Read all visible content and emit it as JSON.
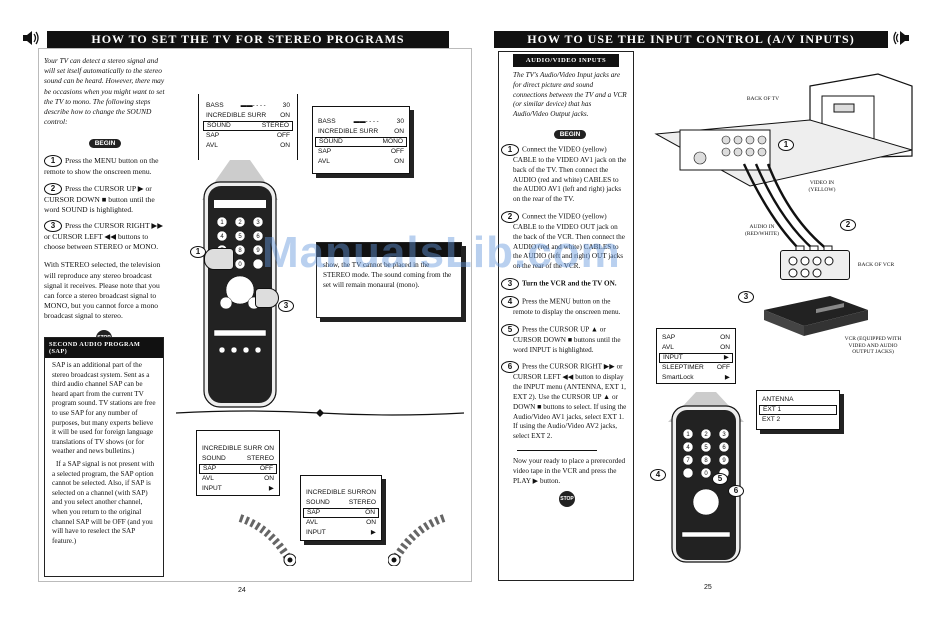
{
  "left": {
    "header": "How to Set the TV for Stereo Programs",
    "intro": "Your TV can detect a stereo signal and will set itself automatically to the stereo sound can be heard. However, there may be occasions when you might want to set the TV to mono. The following steps describe how to change the SOUND control:",
    "begin": "BEGIN",
    "steps": [
      {
        "num": "1",
        "text": "Press the MENU button on the remote to show the onscreen menu."
      },
      {
        "num": "2",
        "text": "Press the CURSOR UP ▶ or CURSOR DOWN ■ button until the word SOUND is highlighted."
      },
      {
        "num": "3",
        "text": "Press the CURSOR RIGHT ▶▶ or CURSOR LEFT ◀◀ buttons to choose between STEREO or MONO."
      }
    ],
    "note": "With STEREO selected, the television will reproduce any stereo broadcast signal it receives. Please note that you can force a stereo broadcast signal to MONO, but you cannot force a mono broadcast signal to stereo.",
    "stop": "STOP",
    "sap_title": "Second Audio Program (SAP)",
    "sap_p1": "SAP is an additional part of the stereo broadcast system. Sent as a third audio channel SAP can be heard apart from the current TV program sound. TV stations are free to use SAP for any number of purposes, but many experts believe it will be used for foreign language translations of TV shows (or for weather and news bulletins.)",
    "sap_p2": "If a SAP signal is not present with a selected program, the SAP option cannot be selected. Also, if SAP is selected on a channel (with SAP) and you select another channel, when you return to the original channel SAP will be OFF (and you will have to reselect the SAP feature.)",
    "menu1": [
      {
        "label": "BASS",
        "value": "30",
        "hl": false
      },
      {
        "label": "INCREDIBLE SURR",
        "value": "ON",
        "hl": false
      },
      {
        "label": "SOUND",
        "value": "STEREO",
        "hl": true
      },
      {
        "label": "SAP",
        "value": "OFF",
        "hl": false
      },
      {
        "label": "AVL",
        "value": "ON",
        "hl": false
      }
    ],
    "menu2": [
      {
        "label": "BASS",
        "value": "30",
        "hl": false
      },
      {
        "label": "INCREDIBLE SURR",
        "value": "ON",
        "hl": false
      },
      {
        "label": "SOUND",
        "value": "MONO",
        "hl": true
      },
      {
        "label": "SAP",
        "value": "OFF",
        "hl": false
      },
      {
        "label": "AVL",
        "value": "ON",
        "hl": false
      }
    ],
    "mono_text": "show, the TV cannot be placed in the STEREO mode. The sound coming from the set will remain monaural (mono).",
    "menu3": [
      {
        "label": "INCREDIBLE SURR",
        "value": "ON",
        "hl": false
      },
      {
        "label": "SOUND",
        "value": "STEREO",
        "hl": false
      },
      {
        "label": "SAP",
        "value": "OFF",
        "hl": true
      },
      {
        "label": "AVL",
        "value": "ON",
        "hl": false
      },
      {
        "label": "INPUT",
        "value": "▶",
        "hl": false
      }
    ],
    "menu4": [
      {
        "label": "INCREDIBLE SURR",
        "value": "ON",
        "hl": false
      },
      {
        "label": "SOUND",
        "value": "STEREO",
        "hl": false
      },
      {
        "label": "SAP",
        "value": "ON",
        "hl": true
      },
      {
        "label": "AVL",
        "value": "ON",
        "hl": false
      },
      {
        "label": "INPUT",
        "value": "▶",
        "hl": false
      }
    ],
    "page_number": "24"
  },
  "right": {
    "header": "How to Use the Input Control (A/V Inputs)",
    "sub_title": "Audio/Video Inputs",
    "intro": "The TV's Audio/Video Input jacks are for direct picture and sound connections between the TV and a VCR (or similar device) that has Audio/Video Output jacks.",
    "begin": "BEGIN",
    "steps": [
      {
        "num": "1",
        "text": "Connect the VIDEO (yellow) CABLE to the VIDEO AV1 jack on the back of the TV. Then connect the AUDIO (red and white) CABLES to the AUDIO AV1 (left and right) jacks on the rear of the TV."
      },
      {
        "num": "2",
        "text": "Connect the VIDEO (yellow) CABLE to the VIDEO OUT jack on the back of the VCR. Then connect the AUDIO (red and white) CABLES to the AUDIO (left and right) OUT jacks on the rear of the VCR."
      },
      {
        "num": "3",
        "text": "Turn the VCR and the TV ON."
      },
      {
        "num": "4",
        "text": "Press the MENU button on the remote to display the onscreen menu."
      },
      {
        "num": "5",
        "text": "Press the CURSOR UP ▲ or CURSOR DOWN ■ buttons until the word INPUT is highlighted."
      },
      {
        "num": "6",
        "text": "Press the CURSOR RIGHT ▶▶ or CURSOR LEFT ◀◀ button to display the INPUT menu (ANTENNA, EXT 1, EXT 2). Use the CURSOR UP ▲ or DOWN ■ buttons to select. If using the Audio/Video AV1 jacks, select EXT 1. If using the Audio/Video AV2 jacks, select EXT 2."
      }
    ],
    "closing": "Now your ready to place a prerecorded video tape in the VCR and press the PLAY ▶ button.",
    "stop": "STOP",
    "labels": {
      "back_of_tv": "BACK OF TV",
      "video_in": "VIDEO IN (YELLOW)",
      "audio_in": "AUDIO IN (RED/WHITE)",
      "back_of_vcr": "BACK OF VCR",
      "vcr": "VCR (EQUIPPED WITH VIDEO AND AUDIO OUTPUT JACKS)"
    },
    "menu_main": [
      {
        "label": "SAP",
        "value": "ON",
        "hl": false
      },
      {
        "label": "AVL",
        "value": "ON",
        "hl": false
      },
      {
        "label": "INPUT",
        "value": "▶",
        "hl": true
      },
      {
        "label": "SLEEPTIMER",
        "value": "OFF",
        "hl": false
      },
      {
        "label": "SmartLock",
        "value": "▶",
        "hl": false
      }
    ],
    "menu_input": [
      {
        "label": "ANTENNA",
        "hl": false
      },
      {
        "label": "EXT 1",
        "hl": true
      },
      {
        "label": "EXT 2",
        "hl": false
      }
    ],
    "page_number": "25"
  },
  "watermark": "ManualsLib.com"
}
